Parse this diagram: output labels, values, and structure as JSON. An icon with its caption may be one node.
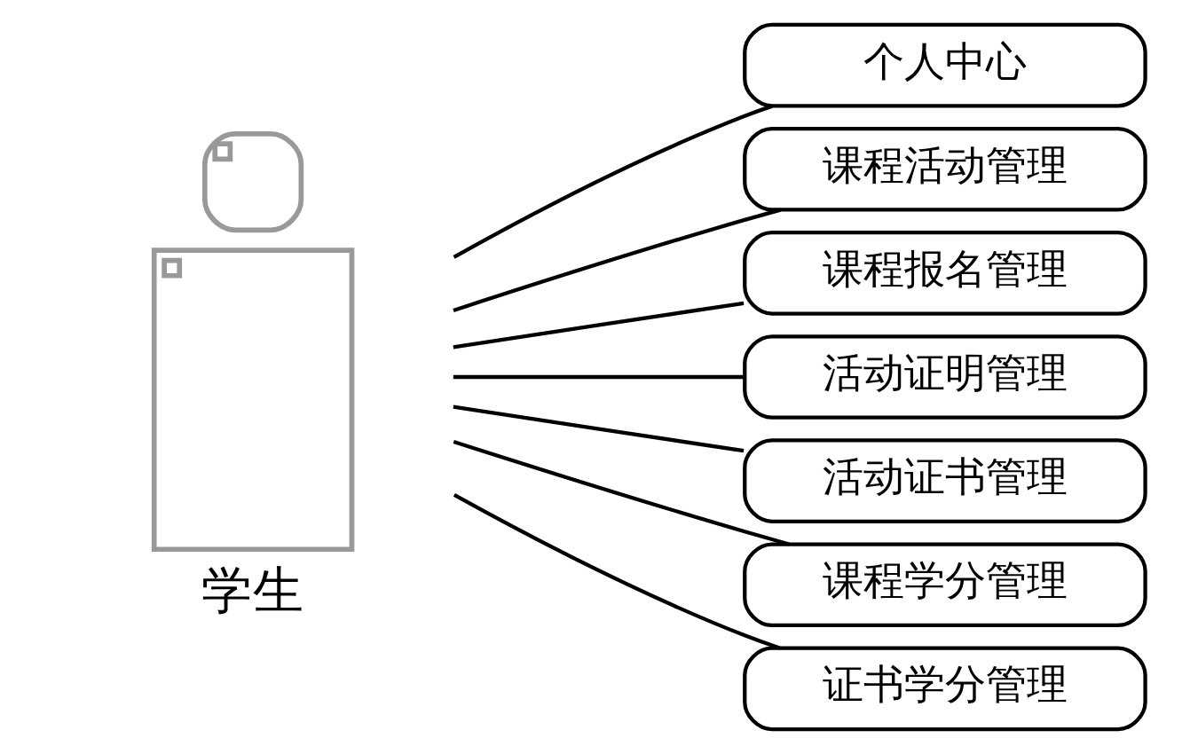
{
  "diagram": {
    "nodes": [
      {
        "text": [
          "学生"
        ]
      },
      {
        "text": [
          "个人中心"
        ]
      },
      {
        "text": [
          "课程活动管理"
        ]
      },
      {
        "text": [
          "课程报名管理"
        ]
      },
      {
        "text": [
          "活动证明管理"
        ]
      },
      {
        "text": [
          "活动证书管理"
        ]
      },
      {
        "text": [
          "课程学分管理"
        ]
      },
      {
        "text": [
          "证书学分管理"
        ]
      }
    ],
    "edges": [
      {
        "from": 0,
        "to": 1,
        "arrow": "none"
      },
      {
        "from": 0,
        "to": 2,
        "arrow": "none"
      },
      {
        "from": 0,
        "to": 3,
        "arrow": "none"
      },
      {
        "from": 0,
        "to": 4,
        "arrow": "none"
      },
      {
        "from": 0,
        "to": 5,
        "arrow": "none"
      },
      {
        "from": 0,
        "to": 6,
        "arrow": "none"
      },
      {
        "from": 0,
        "to": 7,
        "arrow": "none"
      }
    ]
  }
}
